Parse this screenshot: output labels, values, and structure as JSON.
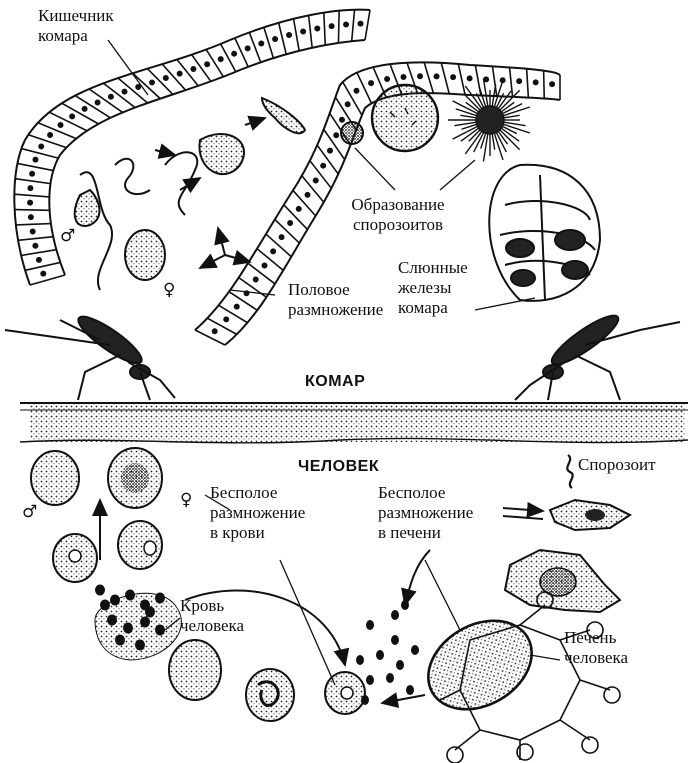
{
  "sections": {
    "mosquito": "КОМАР",
    "human": "ЧЕЛОВЕК"
  },
  "labels": {
    "mosquito_gut": "Кишечник\nкомара",
    "sporozoite_formation": "Образование\nспорозоитов",
    "sexual_reproduction": "Половое\nразмножение",
    "salivary_glands": "Слюнные\nжелезы\nкомара",
    "sporozoite": "Спорозоит",
    "asexual_blood": "Бесполое\nразмножение\nв крови",
    "asexual_liver": "Бесполое\nразмножение\nв печени",
    "human_blood": "Кровь\nчеловека",
    "human_liver": "Печень\nчеловека"
  },
  "symbols": {
    "male": "♂",
    "female": "♀"
  },
  "colors": {
    "ink": "#111111",
    "paper": "#ffffff",
    "stipple": "#555555"
  }
}
